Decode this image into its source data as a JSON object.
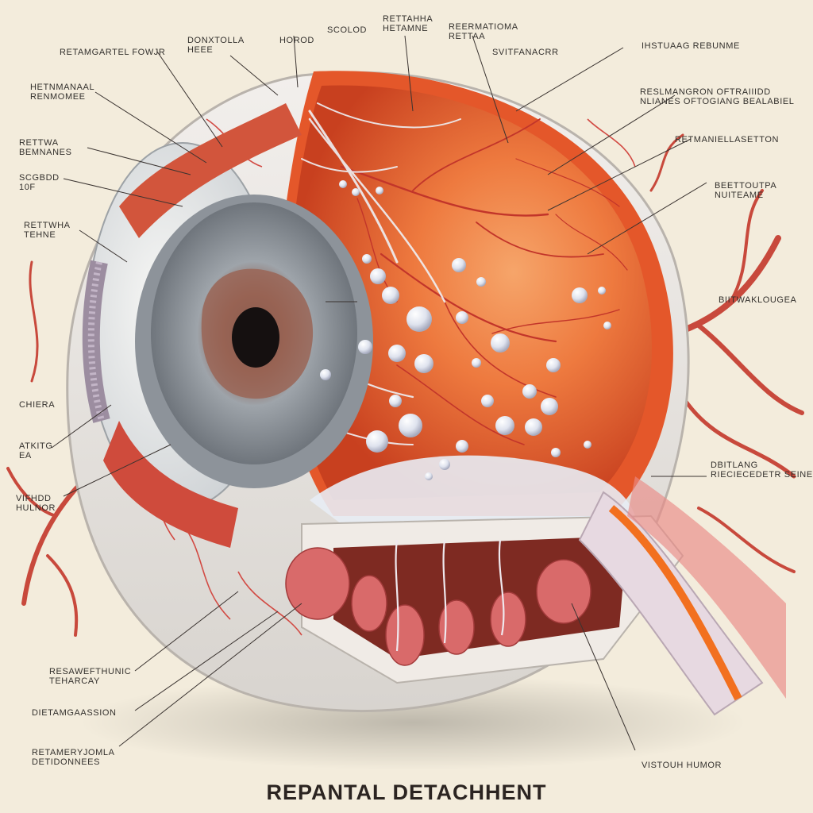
{
  "title": "REPANTAL DETACHHENT",
  "colors": {
    "background": "#f3ecdc",
    "retina": "#e9662f",
    "vessel": "#c9473a",
    "iris": "#8a8f96",
    "fluid": "#e8eef6"
  },
  "labels": {
    "l1": "RETAMGARTEL FOWJR",
    "l2": "HETNMANAAL\nRENMOMEE",
    "l3": "RETTWA\nBEMNANES",
    "l4": "SCGBDD\n10F",
    "l5": "RETTWHA\nTEHNE",
    "l6": "CHIERA",
    "l7": "ATKITG\nEA",
    "l8": "VIFHDD\nHULNOR",
    "l9": "RESAWEFTHUNIC\nTEHARCAY",
    "l10": "DIETAMGAASSION",
    "l11": "RETAMERYJOMLA\nDETIDONNEES",
    "t1": "DONXTOLLA\nHEEE",
    "t2": "HOROD",
    "t3": "SCOLOD",
    "t4": "RETTAHHA\nHETAMNE",
    "t5": "REERMATIOMA\nRETTAA",
    "t6": "SVITFANACRR",
    "r1": "IHSTUAAG REBUNME",
    "r2": "RESLMANGRON OFTRAIIIDD\nNLIANES OFTOGIANG BEALABIEL",
    "r3": "RETMANIELLASETTON",
    "r4": "BEETTOUTPA\nNUITEAME",
    "r5": "BIITWAKLOUGEA",
    "r6": "DBITLANG\nRIECIECEDETR SEINE",
    "r7": "VISTOUH HUMOR"
  }
}
